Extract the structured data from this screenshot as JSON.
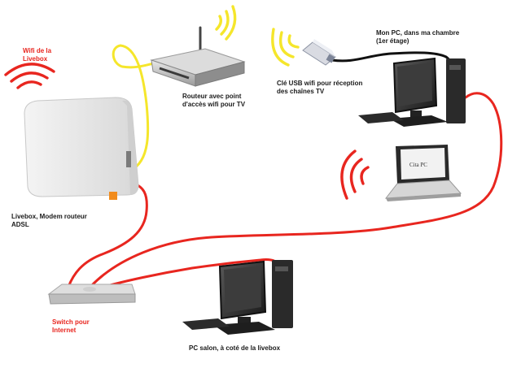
{
  "labels": {
    "livebox_wifi": "Wifi de la\nLivebox",
    "routeur": "Routeur avec point\nd'accès wifi pour TV",
    "cle_usb": "Clé USB wifi pour réception\ndes chaînes TV",
    "mon_pc": "Mon PC, dans ma chambre\n(1er étage)",
    "livebox": "Livebox, Modem routeur\nADSL",
    "switch": "Switch pour\nInternet",
    "pc_salon": "PC salon, à coté de la livebox"
  },
  "colors": {
    "ethernet_cable": "#e8261f",
    "yellow_cable": "#f5e62b",
    "usb_cable": "#111111",
    "wifi_red": "#e8261f",
    "wifi_yellow": "#f5e62b",
    "livebox_orange": "#f28c1c"
  },
  "icons": {
    "livebox": "modem-router-icon",
    "routeur": "wifi-router-icon",
    "cle_usb": "usb-wifi-key-icon",
    "mon_pc": "desktop-computer-icon",
    "laptop": "laptop-icon",
    "switch": "network-switch-icon",
    "pc_salon": "desktop-computer-icon"
  }
}
